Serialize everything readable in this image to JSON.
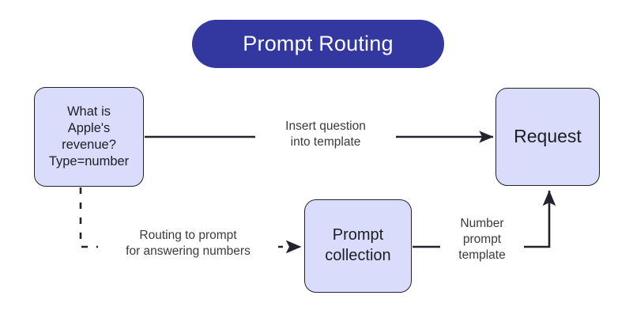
{
  "title": {
    "text": "Prompt Routing",
    "pill_color": "#3337a0",
    "text_color": "#ffffff"
  },
  "theme": {
    "background": "#ffffff",
    "node_fill": "#dadcfc",
    "node_border": "#23232e",
    "text_color": "#1d1d24",
    "label_color": "#3a3a40",
    "connector_color": "#23232e"
  },
  "nodes": [
    {
      "id": "question",
      "name": "question-node",
      "text": "What is\nApple's\nrevenue?\nType=number"
    },
    {
      "id": "prompt_collection",
      "name": "prompt-collection-node",
      "text": "Prompt\ncollection"
    },
    {
      "id": "request",
      "name": "request-node",
      "text": "Request"
    }
  ],
  "edges": [
    {
      "id": "insert",
      "name": "insert-question-edge",
      "label": "Insert question\ninto template",
      "from": "question",
      "to": "request",
      "style": "solid"
    },
    {
      "id": "routing",
      "name": "routing-edge",
      "label": "Routing to prompt\nfor answering numbers",
      "from": "question",
      "to": "prompt_collection",
      "style": "dashed"
    },
    {
      "id": "number_template",
      "name": "number-template-edge",
      "label": "Number\nprompt\ntemplate",
      "from": "prompt_collection",
      "to": "request",
      "style": "solid"
    }
  ]
}
